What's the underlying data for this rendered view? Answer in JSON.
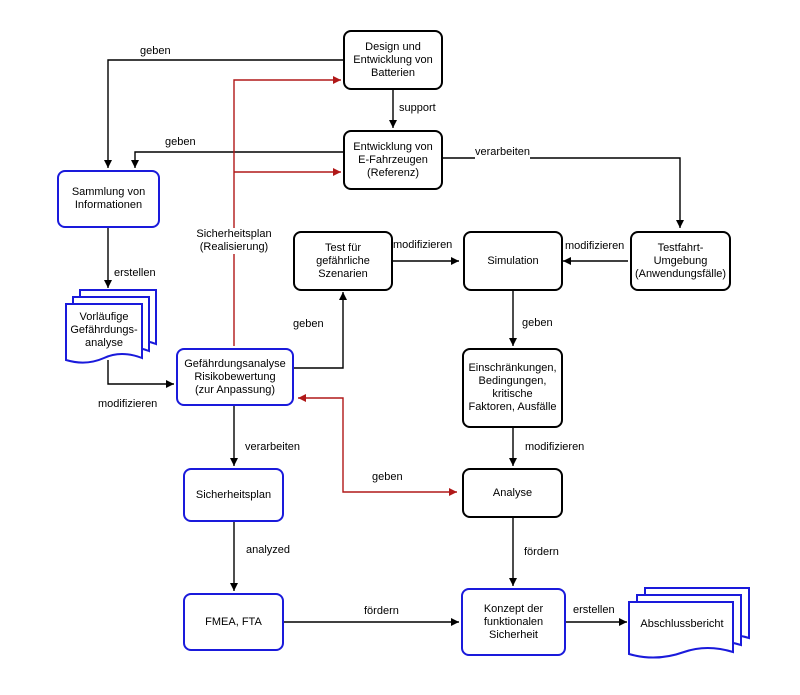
{
  "nodes": {
    "design": "Design und\nEntwicklung von\nBatterien",
    "efahrzeug": "Entwicklung von\nE-Fahrzeugen\n(Referenz)",
    "sammlung": "Sammlung von\nInformationen",
    "vorlaeufig": [
      "Vorläufige",
      "Gefährdungs-",
      "analyse"
    ],
    "test": "Test für\ngefährliche\nSzenarien",
    "simulation": "Simulation",
    "testfahrt": "Testfahrt-\nUmgebung\n(Anwendungsfälle)",
    "gefaehrdung": "Gefährdungsanalyse\nRisikobewertung\n(zur Anpassung)",
    "einschraenkungen": "Einschränkungen,\nBedingungen,\nkritische\nFaktoren, Ausfälle",
    "sicherheitsplan": "Sicherheitsplan",
    "analyse": "Analyse",
    "fmea": "FMEA, FTA",
    "konzept": "Konzept der\nfunktionalen\nSicherheit",
    "abschluss": "Abschlussbericht"
  },
  "edges": {
    "geben_top": "geben",
    "support": "support",
    "geben_2": "geben",
    "verarbeiten_top": "verarbeiten",
    "sicherheitsplan_real": "Sicherheitsplan\n(Realisierung)",
    "erstellen_left": "erstellen",
    "modifizieren_test": "modifizieren",
    "modifizieren_testfahrt": "modifizieren",
    "geben_test": "geben",
    "geben_sim": "geben",
    "modifizieren_left": "modifizieren",
    "verarbeiten_mid": "verarbeiten",
    "modifizieren_analyse": "modifizieren",
    "geben_red": "geben",
    "analyzed": "analyzed",
    "foerdern_analyse": "fördern",
    "foerdern_fmea": "fördern",
    "erstellen_right": "erstellen"
  },
  "colors": {
    "black_edge": "#000000",
    "red_edge": "#b01818",
    "blue_border": "#1a1adb"
  }
}
